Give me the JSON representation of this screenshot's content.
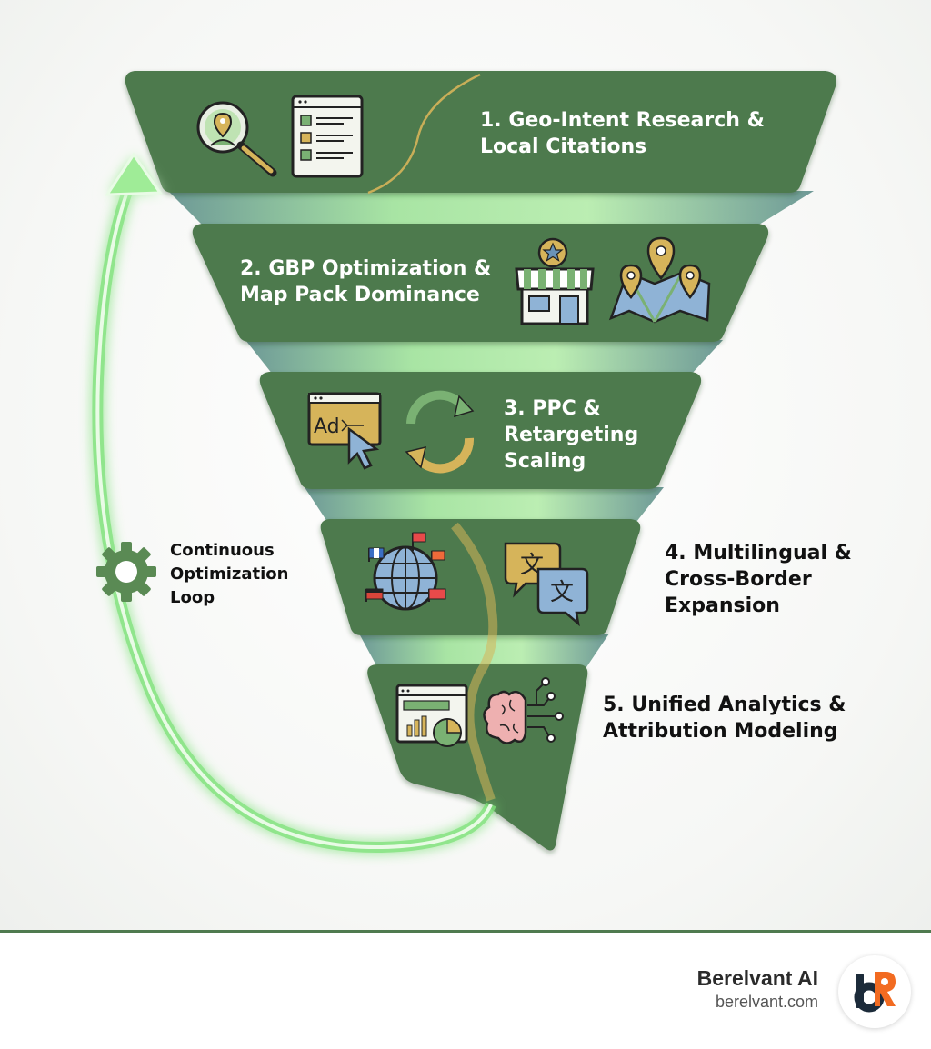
{
  "stages": [
    {
      "number": "1.",
      "title_lines": [
        "1. Geo-Intent Research &",
        "Local Citations"
      ]
    },
    {
      "number": "2.",
      "title_lines": [
        "2. GBP Optimization &",
        "Map Pack Dominance"
      ]
    },
    {
      "number": "3.",
      "title_lines": [
        "3. PPC &",
        "Retargeting",
        "Scaling"
      ]
    },
    {
      "number": "4.",
      "title_lines": [
        "4. Multilingual &",
        "Cross-Border",
        "Expansion"
      ]
    },
    {
      "number": "5.",
      "title_lines": [
        "5. Unified Analytics &",
        "Attribution Modeling"
      ]
    }
  ],
  "loop": {
    "label_lines": [
      "Continuous",
      "Optimization",
      "Loop"
    ]
  },
  "icons": {
    "stage1": [
      "location-search-icon",
      "checklist-document-icon"
    ],
    "stage2": [
      "storefront-star-icon",
      "map-pins-icon"
    ],
    "stage3": [
      "ad-click-icon",
      "refresh-cycle-icon"
    ],
    "stage4": [
      "globe-flags-icon",
      "translation-bubbles-icon"
    ],
    "stage5": [
      "analytics-dashboard-icon",
      "ai-brain-icon"
    ],
    "loop": [
      "gear-icon",
      "loop-arrow-icon"
    ]
  },
  "ad_icon_text": "Ad",
  "translate_glyph": "文",
  "colors": {
    "funnel_green": "#4e7a4d",
    "glow_green": "#7fe27a",
    "gold": "#d6b45a",
    "light_green": "#a9e3a0"
  },
  "footer": {
    "brand_name": "Berelvant AI",
    "brand_url": "berelvant.com",
    "logo_letters": "bR"
  }
}
